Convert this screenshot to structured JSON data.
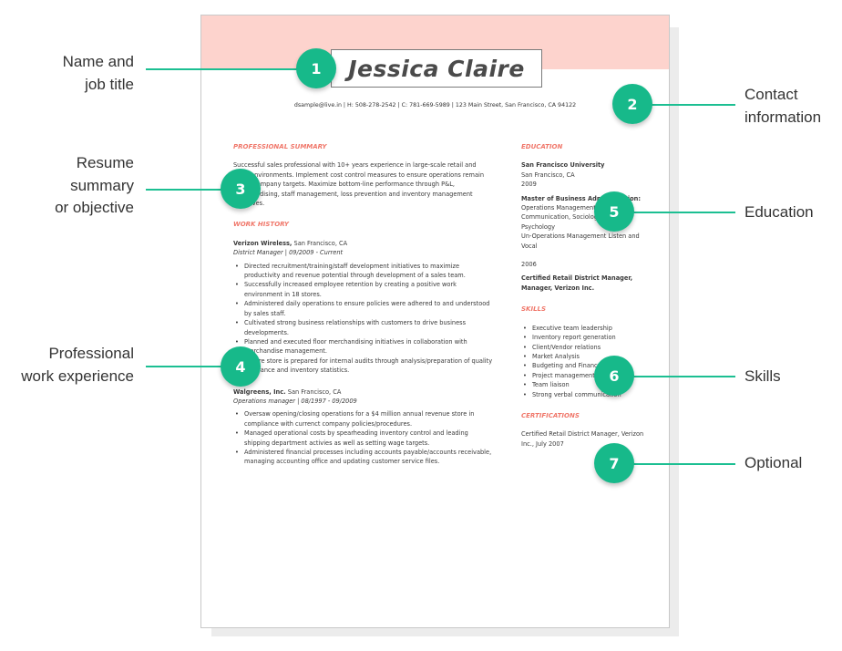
{
  "resume": {
    "name": "Jessica Claire",
    "contact": "dsample@live.in | H: 508-278-2542 | C: 781-669-5989 | 123 Main Street, San Francisco, CA 94122",
    "summary": {
      "heading": "PROFESSIONAL SUMMARY",
      "text": "Successful sales professional with 10+ years experience in large-scale retail and retail environments. Implement cost control measures to ensure operations remain within company targets. Maximize bottom-line performance through P&L, merchandising, staff management, loss prevention and inventory management initiatives."
    },
    "work": {
      "heading": "WORK HISTORY",
      "jobs": [
        {
          "company": "Verizon Wireless,",
          "location": " San Francisco, CA",
          "role": "District Manager  |  09/2009 - Current",
          "bullets": [
            "Directed recruitment/training/staff development initiatives to maximize productivity and revenue potential through development of a sales team.",
            "Successfully increased employee retention by creating a positive work environment in 18 stores.",
            "Administered daily operations to ensure policies were adhered to and understood by sales staff.",
            "Cultivated strong business relationships with customers to drive business developments.",
            "Planned and executed floor merchandising initiatives in collaboration with merchandise management.",
            "Ensure store is prepared for internal audits through analysis/preparation of quality assurance and inventory statistics."
          ]
        },
        {
          "company": "Walgreens, Inc.",
          "location": " San Francisco, CA",
          "role": "Operations manager  |  08/1997 - 09/2009",
          "bullets": [
            "Oversaw opening/closing operations for a $4 million annual revenue store in compliance with currenct company policies/procedures.",
            "Managed operational costs by spearheading inventory control and leading shipping department activies as well as setting wage targets.",
            "Administered financial processes including accounts payable/accounts receivable, managing accounting office and updating customer service files."
          ]
        }
      ]
    },
    "education": {
      "heading": "EDUCATION",
      "school": "San Francisco University",
      "location": "San Francisco, CA",
      "year": "2009",
      "degree_title": "Master of Business Administration:",
      "degree_detail": " Operations Management Speech and Communication, Sociology and Psychology",
      "extra": "Un-Operations Management Listen and Vocal",
      "year2": "2006",
      "cert": "Certified Retail District Manager, Manager, Verizon Inc."
    },
    "skills": {
      "heading": "SKILLS",
      "items": [
        "Executive team leadership",
        "Inventory report generation",
        "Client/Vendor relations",
        "Market Analysis",
        "Budgeting and Finances",
        "Project management",
        "Team liaison",
        "Strong verbal communication"
      ]
    },
    "certifications": {
      "heading": "CERTIFICATIONS",
      "text": "Certified Retail District Manager, Verizon Inc., July 2007"
    }
  },
  "callouts": [
    {
      "number": "1",
      "label_line1": "Name and",
      "label_line2": "job title"
    },
    {
      "number": "2",
      "label_line1": "Contact",
      "label_line2": "information"
    },
    {
      "number": "3",
      "label_line1": "Resume",
      "label_line2": "summary",
      "label_line3": "or objective"
    },
    {
      "number": "4",
      "label_line1": "Professional",
      "label_line2": "work experience"
    },
    {
      "number": "5",
      "label_line1": "Education"
    },
    {
      "number": "6",
      "label_line1": "Skills"
    },
    {
      "number": "7",
      "label_line1": "Optional"
    }
  ],
  "colors": {
    "accent": "#17b98a",
    "section_heading": "#f0776a",
    "header_band": "#fdd3cd"
  }
}
